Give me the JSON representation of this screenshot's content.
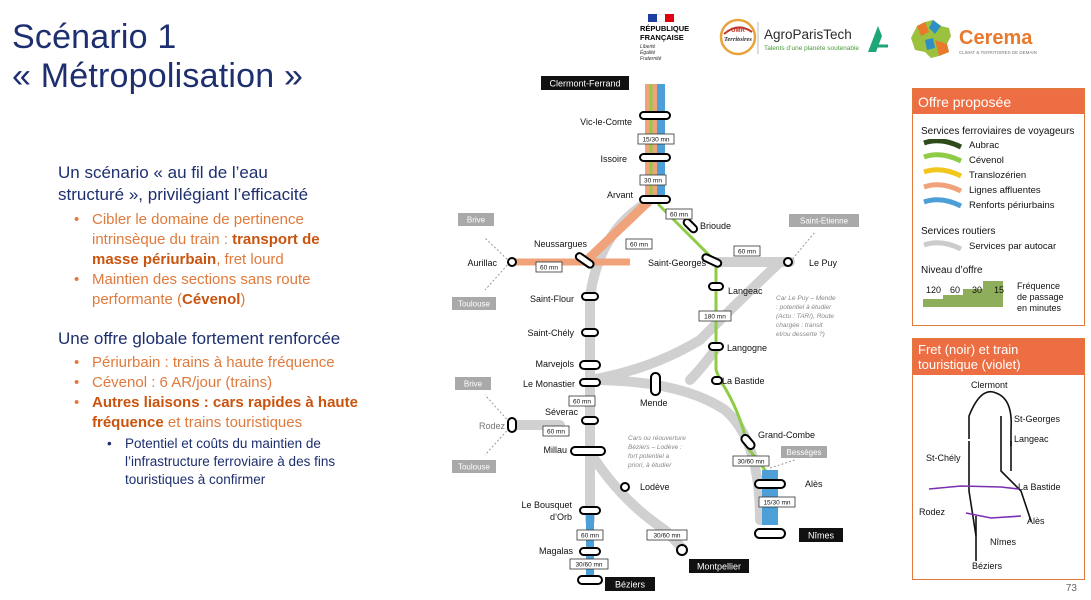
{
  "title": {
    "line1": "Scénario 1",
    "line2": "« Métropolisation »"
  },
  "intro": {
    "p1_line1": "Un scénario « au fil de l’eau",
    "p1_line2": "structuré », privilégiant l’efficacité",
    "b1_a": "Cibler le domaine de pertinence",
    "b1_b": "intrinsèque du train : ",
    "b1_hl1": "transport de",
    "b1_hl2": "masse périurbain",
    "b1_c": ", fret lourd",
    "b2_a": "Maintien des sections sans route",
    "b2_b": "performante (",
    "b2_hl": "Cévenol",
    "b2_c": ")",
    "p2": "Une offre globale fortement renforcée",
    "b3": "Périurbain : trains à haute fréquence",
    "b4": "Cévenol : 6 AR/jour  (trains)",
    "b5_hl1": "Autres liaisons : cars rapides à haute",
    "b5_hl2": "fréquence",
    "b5_c": " et trains touristiques",
    "s1_a": "Potentiel et coûts du maintien de",
    "s1_b": "l’infrastructure ferroviaire à des fins",
    "s1_c": "touristiques à confirmer"
  },
  "logos": {
    "rf_l1": "RÉPUBLIQUE",
    "rf_l2": "FRANÇAISE",
    "rf_m1": "Liberté",
    "rf_m2": "Égalité",
    "rf_m3": "Fraternité",
    "umr": "UMR",
    "territoires": "Territoires",
    "agro": "AgroParisTech",
    "agro_tag": "Talents d’une planète soutenable",
    "cerema": "Cerema",
    "cerema_tag": "CLIMAT & TERRITOIRES DE DEMAIN"
  },
  "network": {
    "stations": {
      "clermont": "Clermont-Ferrand",
      "vic": "Vic-le-Comte",
      "issoire": "Issoire",
      "arvant": "Arvant",
      "brioude": "Brioude",
      "neussargues": "Neussargues",
      "aurillac": "Aurillac",
      "stgeorges": "Saint-Georges",
      "lepuy": "Le Puy",
      "langeac": "Langeac",
      "stflour": "Saint-Flour",
      "stchely": "Saint-Chély",
      "langogne": "Langogne",
      "marvejols": "Marvejols",
      "monastier": "Le Monastier",
      "labastide": "La Bastide",
      "severac": "Séverac",
      "mende": "Mende",
      "rodez": "Rodez",
      "millau": "Millau",
      "grandcombe": "Grand-Combe",
      "ales": "Alès",
      "lodeve": "Lodève",
      "bousquet1": "Le Bousquet",
      "bousquet2": "d’Orb",
      "magalas": "Magalas",
      "beziers": "Béziers",
      "nimes": "Nîmes",
      "montpellier": "Montpellier"
    },
    "external": {
      "brive1": "Brive",
      "toulouse1": "Toulouse",
      "steti": "Saint-Etienne",
      "brive2": "Brive",
      "toulouse2": "Toulouse",
      "besseges": "Bessèges"
    },
    "freq": {
      "f1": "15/30 mn",
      "f2": "30 mn",
      "f3": "60 mn",
      "f4": "60 mn",
      "f5": "60 mn",
      "f6": "60 mn",
      "f7": "180 mn",
      "f8": "60 mn",
      "f9": "60 mn",
      "f10": "30/60 mn",
      "f11": "15/30 mn",
      "f12": "30/60 mn",
      "f13": "60 mn",
      "f14": "30/60 mn"
    },
    "note1": [
      "Car Le Puy – Mende",
      ": potentiel à étudier",
      "(Actu : TAR/),  Route",
      "chargée : transit",
      "et/ou desserte ?)"
    ],
    "note2": [
      "Cars ou réouverture",
      "Béziers – Lodève :",
      "fort potentiel a",
      "priori, à étudier"
    ]
  },
  "legend": {
    "header": "Offre proposée",
    "rail_title": "Services ferroviaires de voyageurs",
    "rail_items": [
      "Aubrac",
      "Cévenol",
      "Translozérien",
      "Lignes affluentes",
      "Renforts périurbains"
    ],
    "road_title": "Services routiers",
    "road_item": "Services par autocar",
    "level_title": "Niveau d’offre",
    "level_values": [
      "120",
      "60",
      "30",
      "15"
    ],
    "freq_label": [
      "Fréquence",
      "de passage",
      "en minutes"
    ],
    "colors": {
      "aubrac": "#2f4a1b",
      "cevenol": "#8fcc46",
      "translozerien": "#f2c61d",
      "affluentes": "#f0a37a",
      "periurbains": "#4d9fd8",
      "road": "#cccccc",
      "level": "#8fae5b"
    }
  },
  "fret": {
    "header_l1": "Fret (noir) et train",
    "header_l2": "touristique (violet)",
    "nodes": {
      "clermont": "Clermont",
      "stgeorges": "St-Georges",
      "langeac": "Langeac",
      "stchely": "St-Chély",
      "labastide": "La Bastide",
      "rodez": "Rodez",
      "ales": "Alès",
      "nimes": "Nîmes",
      "beziers": "Béziers"
    }
  },
  "page_number": "73"
}
